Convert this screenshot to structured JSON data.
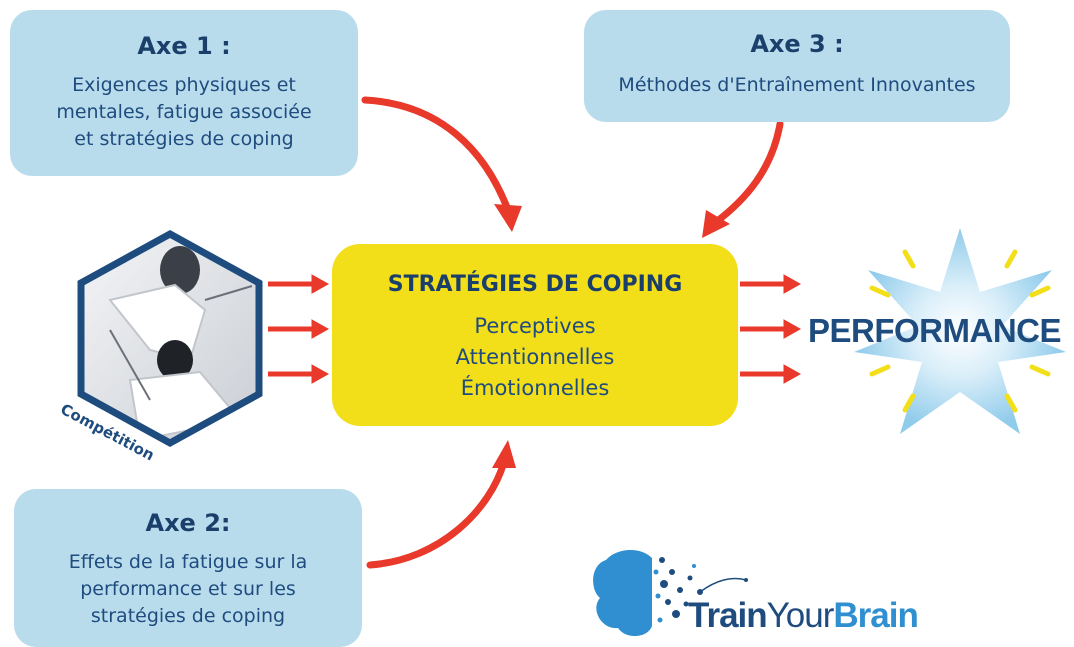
{
  "axe1": {
    "title": "Axe 1 :",
    "lines": [
      "Exigences physiques et",
      "mentales, fatigue associée",
      "et stratégies de coping"
    ]
  },
  "axe2": {
    "title": "Axe 2:",
    "lines": [
      "Effets de la fatigue sur la",
      "performance et sur les",
      "stratégies de coping"
    ]
  },
  "axe3": {
    "title": "Axe 3 :",
    "lines": [
      "Méthodes d'Entraînement Innovantes"
    ]
  },
  "core": {
    "title": "STRATÉGIES DE COPING",
    "items": [
      "Perceptives",
      "Attentionnelles",
      "Émotionnelles"
    ]
  },
  "input": {
    "label": "Compétition"
  },
  "output": {
    "label": "PERFORMANCE"
  },
  "brand": {
    "part1": "Train",
    "part2": "Your",
    "part3": "Brain"
  },
  "colors": {
    "box_blue": "#b9dced",
    "core_yellow": "#f3de1a",
    "arrow_red": "#e8392b",
    "text_navy": "#1a3f6b",
    "burst_blue": "#9fd3ef",
    "ray_yellow": "#f3de1a"
  }
}
